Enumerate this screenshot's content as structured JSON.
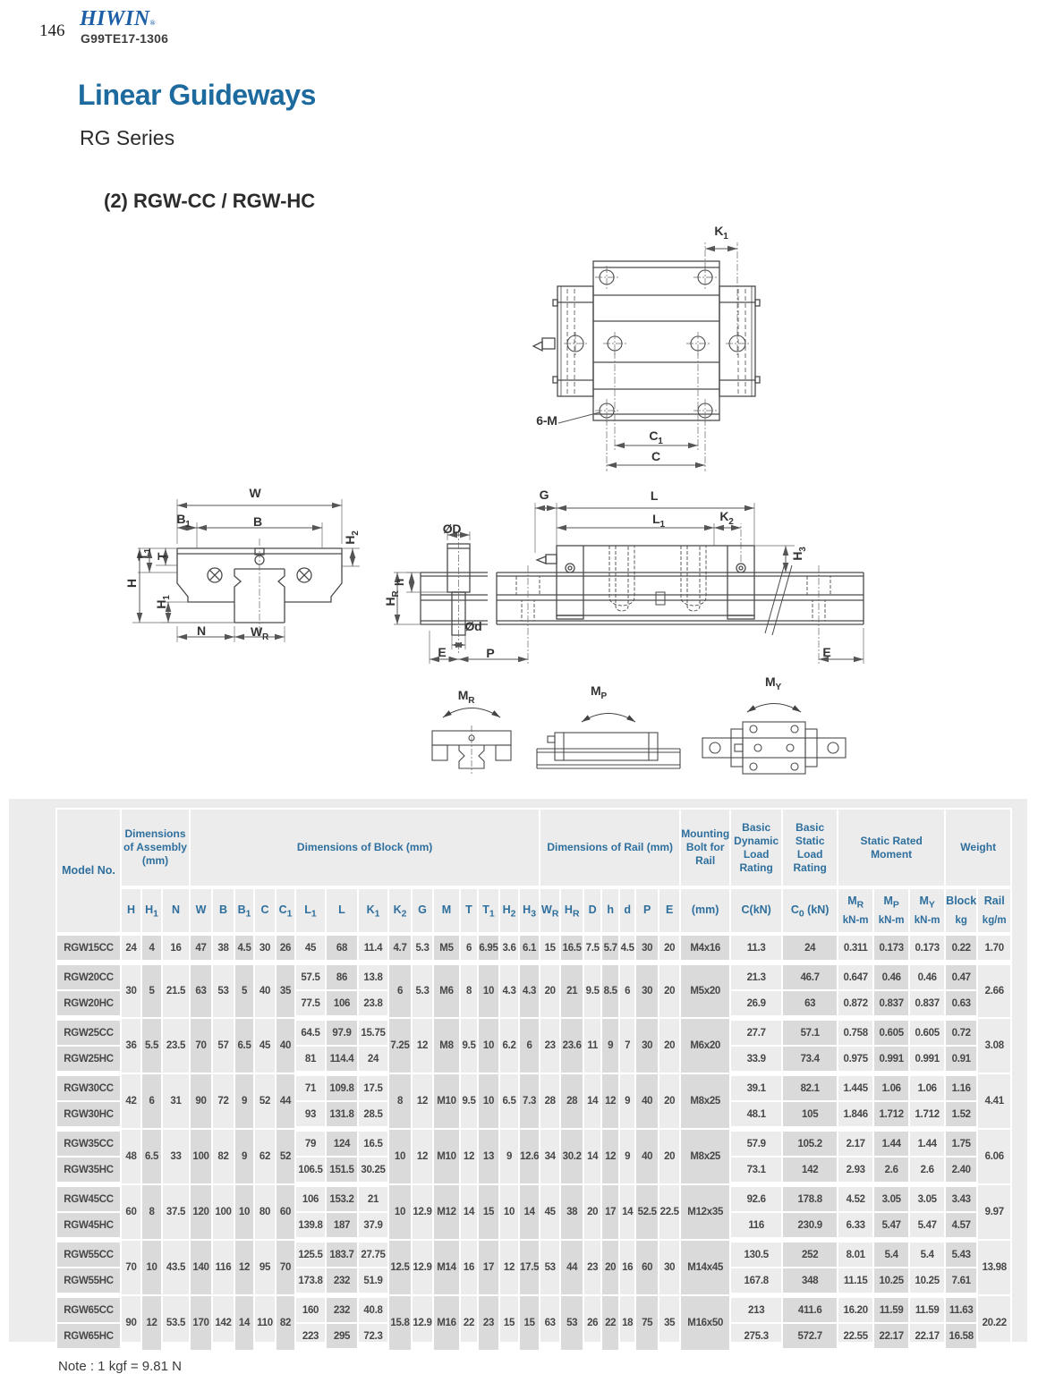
{
  "page": {
    "page_number": "146",
    "brand": "HIWIN",
    "reg_mark": "®",
    "doc_code": "G99TE17-1306",
    "title": "Linear Guideways",
    "subtitle": "RG Series",
    "section": "(2) RGW-CC / RGW-HC",
    "note": "Note : 1 kgf = 9.81 N"
  },
  "diagrams": {
    "top_view": {
      "k1": "K_1",
      "six_m": "6-M",
      "c1": "C_1",
      "c": "C"
    },
    "front_view": {
      "w": "W",
      "b1": "B_1",
      "b": "B",
      "h2": "H_2",
      "t1": "T_1",
      "t": "T",
      "h": "H",
      "h1": "H_1",
      "n": "N",
      "wr": "W_R"
    },
    "rail_section": {
      "od": "ØD",
      "h": "h",
      "hr": "H_R",
      "od2": "Ød",
      "e": "E",
      "p": "P"
    },
    "side_view": {
      "g": "G",
      "l": "L",
      "l1": "L_1",
      "k2": "K_2",
      "h3": "H_3",
      "e": "E"
    },
    "moments": {
      "mr": "M_R",
      "mp": "M_P",
      "my": "M_Y"
    }
  },
  "table": {
    "groups": [
      {
        "label": "Model No.",
        "rowspan": 2
      },
      {
        "label": "Dimensions of Assembly (mm)",
        "colspan": 3
      },
      {
        "label": "Dimensions of Block (mm)",
        "colspan": 15
      },
      {
        "label": "Dimensions of Rail (mm)",
        "colspan": 7
      },
      {
        "label": "Mounting Bolt for Rail",
        "colspan": 1
      },
      {
        "label": "Basic Dynamic Load Rating",
        "colspan": 1
      },
      {
        "label": "Basic Static Load Rating",
        "colspan": 1
      },
      {
        "label": "Static Rated Moment",
        "colspan": 3
      },
      {
        "label": "Weight",
        "colspan": 2
      }
    ],
    "subheaders": [
      {
        "t": "H"
      },
      {
        "t": "H_1"
      },
      {
        "t": "N"
      },
      {
        "t": "W"
      },
      {
        "t": "B"
      },
      {
        "t": "B_1"
      },
      {
        "t": "C"
      },
      {
        "t": "C_1"
      },
      {
        "t": "L_1"
      },
      {
        "t": "L"
      },
      {
        "t": "K_1"
      },
      {
        "t": "K_2"
      },
      {
        "t": "G"
      },
      {
        "t": "M"
      },
      {
        "t": "T"
      },
      {
        "t": "T_1"
      },
      {
        "t": "H_2"
      },
      {
        "t": "H_3"
      },
      {
        "t": "W_R"
      },
      {
        "t": "H_R"
      },
      {
        "t": "D"
      },
      {
        "t": "h"
      },
      {
        "t": "d"
      },
      {
        "t": "P"
      },
      {
        "t": "E"
      },
      {
        "t": "(mm)"
      },
      {
        "t": "C(kN)"
      },
      {
        "t": "C_0 (kN)"
      },
      {
        "t": "M_R",
        "u": "kN-m"
      },
      {
        "t": "M_P",
        "u": "kN-m"
      },
      {
        "t": "M_Y",
        "u": "kN-m"
      },
      {
        "t": "Block",
        "u": "kg"
      },
      {
        "t": "Rail",
        "u": "kg/m"
      }
    ],
    "rows": [
      {
        "end": true,
        "cells": [
          "RGW15CC",
          "24",
          "4",
          "16",
          "47",
          "38",
          "4.5",
          "30",
          "26",
          "45",
          "68",
          "11.4",
          "4.7",
          "5.3",
          "M5",
          "6",
          "6.95",
          "3.6",
          "6.1",
          "15",
          "16.5",
          "7.5",
          "5.7",
          "4.5",
          "30",
          "20",
          "M4x16",
          "11.3",
          "24",
          "0.311",
          "0.173",
          "0.173",
          "0.22",
          "1.70"
        ]
      },
      {
        "cells": [
          "RGW20CC",
          [
            "30",
            2
          ],
          [
            "5",
            2
          ],
          [
            "21.5",
            2
          ],
          [
            "63",
            2
          ],
          [
            "53",
            2
          ],
          [
            "5",
            2
          ],
          [
            "40",
            2
          ],
          [
            "35",
            2
          ],
          "57.5",
          "86",
          "13.8",
          [
            "6",
            2
          ],
          [
            "5.3",
            2
          ],
          [
            "M6",
            2
          ],
          [
            "8",
            2
          ],
          [
            "10",
            2
          ],
          [
            "4.3",
            2
          ],
          [
            "4.3",
            2
          ],
          [
            "20",
            2
          ],
          [
            "21",
            2
          ],
          [
            "9.5",
            2
          ],
          [
            "8.5",
            2
          ],
          [
            "6",
            2
          ],
          [
            "30",
            2
          ],
          [
            "20",
            2
          ],
          [
            "M5x20",
            2
          ],
          "21.3",
          "46.7",
          "0.647",
          "0.46",
          "0.46",
          "0.47",
          [
            "2.66",
            2
          ]
        ]
      },
      {
        "end": true,
        "cells": [
          "RGW20HC",
          "77.5",
          "106",
          "23.8",
          "26.9",
          "63",
          "0.872",
          "0.837",
          "0.837",
          "0.63"
        ]
      },
      {
        "cells": [
          "RGW25CC",
          [
            "36",
            2
          ],
          [
            "5.5",
            2
          ],
          [
            "23.5",
            2
          ],
          [
            "70",
            2
          ],
          [
            "57",
            2
          ],
          [
            "6.5",
            2
          ],
          [
            "45",
            2
          ],
          [
            "40",
            2
          ],
          "64.5",
          "97.9",
          "15.75",
          [
            "7.25",
            2
          ],
          [
            "12",
            2
          ],
          [
            "M8",
            2
          ],
          [
            "9.5",
            2
          ],
          [
            "10",
            2
          ],
          [
            "6.2",
            2
          ],
          [
            "6",
            2
          ],
          [
            "23",
            2
          ],
          [
            "23.6",
            2
          ],
          [
            "11",
            2
          ],
          [
            "9",
            2
          ],
          [
            "7",
            2
          ],
          [
            "30",
            2
          ],
          [
            "20",
            2
          ],
          [
            "M6x20",
            2
          ],
          "27.7",
          "57.1",
          "0.758",
          "0.605",
          "0.605",
          "0.72",
          [
            "3.08",
            2
          ]
        ]
      },
      {
        "end": true,
        "cells": [
          "RGW25HC",
          "81",
          "114.4",
          "24",
          "33.9",
          "73.4",
          "0.975",
          "0.991",
          "0.991",
          "0.91"
        ]
      },
      {
        "cells": [
          "RGW30CC",
          [
            "42",
            2
          ],
          [
            "6",
            2
          ],
          [
            "31",
            2
          ],
          [
            "90",
            2
          ],
          [
            "72",
            2
          ],
          [
            "9",
            2
          ],
          [
            "52",
            2
          ],
          [
            "44",
            2
          ],
          "71",
          "109.8",
          "17.5",
          [
            "8",
            2
          ],
          [
            "12",
            2
          ],
          [
            "M10",
            2
          ],
          [
            "9.5",
            2
          ],
          [
            "10",
            2
          ],
          [
            "6.5",
            2
          ],
          [
            "7.3",
            2
          ],
          [
            "28",
            2
          ],
          [
            "28",
            2
          ],
          [
            "14",
            2
          ],
          [
            "12",
            2
          ],
          [
            "9",
            2
          ],
          [
            "40",
            2
          ],
          [
            "20",
            2
          ],
          [
            "M8x25",
            2
          ],
          "39.1",
          "82.1",
          "1.445",
          "1.06",
          "1.06",
          "1.16",
          [
            "4.41",
            2
          ]
        ]
      },
      {
        "end": true,
        "cells": [
          "RGW30HC",
          "93",
          "131.8",
          "28.5",
          "48.1",
          "105",
          "1.846",
          "1.712",
          "1.712",
          "1.52"
        ]
      },
      {
        "cells": [
          "RGW35CC",
          [
            "48",
            2
          ],
          [
            "6.5",
            2
          ],
          [
            "33",
            2
          ],
          [
            "100",
            2
          ],
          [
            "82",
            2
          ],
          [
            "9",
            2
          ],
          [
            "62",
            2
          ],
          [
            "52",
            2
          ],
          "79",
          "124",
          "16.5",
          [
            "10",
            2
          ],
          [
            "12",
            2
          ],
          [
            "M10",
            2
          ],
          [
            "12",
            2
          ],
          [
            "13",
            2
          ],
          [
            "9",
            2
          ],
          [
            "12.6",
            2
          ],
          [
            "34",
            2
          ],
          [
            "30.2",
            2
          ],
          [
            "14",
            2
          ],
          [
            "12",
            2
          ],
          [
            "9",
            2
          ],
          [
            "40",
            2
          ],
          [
            "20",
            2
          ],
          [
            "M8x25",
            2
          ],
          "57.9",
          "105.2",
          "2.17",
          "1.44",
          "1.44",
          "1.75",
          [
            "6.06",
            2
          ]
        ]
      },
      {
        "end": true,
        "cells": [
          "RGW35HC",
          "106.5",
          "151.5",
          "30.25",
          "73.1",
          "142",
          "2.93",
          "2.6",
          "2.6",
          "2.40"
        ]
      },
      {
        "cells": [
          "RGW45CC",
          [
            "60",
            2
          ],
          [
            "8",
            2
          ],
          [
            "37.5",
            2
          ],
          [
            "120",
            2
          ],
          [
            "100",
            2
          ],
          [
            "10",
            2
          ],
          [
            "80",
            2
          ],
          [
            "60",
            2
          ],
          "106",
          "153.2",
          "21",
          [
            "10",
            2
          ],
          [
            "12.9",
            2
          ],
          [
            "M12",
            2
          ],
          [
            "14",
            2
          ],
          [
            "15",
            2
          ],
          [
            "10",
            2
          ],
          [
            "14",
            2
          ],
          [
            "45",
            2
          ],
          [
            "38",
            2
          ],
          [
            "20",
            2
          ],
          [
            "17",
            2
          ],
          [
            "14",
            2
          ],
          [
            "52.5",
            2
          ],
          [
            "22.5",
            2
          ],
          [
            "M12x35",
            2
          ],
          "92.6",
          "178.8",
          "4.52",
          "3.05",
          "3.05",
          "3.43",
          [
            "9.97",
            2
          ]
        ]
      },
      {
        "end": true,
        "cells": [
          "RGW45HC",
          "139.8",
          "187",
          "37.9",
          "116",
          "230.9",
          "6.33",
          "5.47",
          "5.47",
          "4.57"
        ]
      },
      {
        "cells": [
          "RGW55CC",
          [
            "70",
            2
          ],
          [
            "10",
            2
          ],
          [
            "43.5",
            2
          ],
          [
            "140",
            2
          ],
          [
            "116",
            2
          ],
          [
            "12",
            2
          ],
          [
            "95",
            2
          ],
          [
            "70",
            2
          ],
          "125.5",
          "183.7",
          "27.75",
          [
            "12.5",
            2
          ],
          [
            "12.9",
            2
          ],
          [
            "M14",
            2
          ],
          [
            "16",
            2
          ],
          [
            "17",
            2
          ],
          [
            "12",
            2
          ],
          [
            "17.5",
            2
          ],
          [
            "53",
            2
          ],
          [
            "44",
            2
          ],
          [
            "23",
            2
          ],
          [
            "20",
            2
          ],
          [
            "16",
            2
          ],
          [
            "60",
            2
          ],
          [
            "30",
            2
          ],
          [
            "M14x45",
            2
          ],
          "130.5",
          "252",
          "8.01",
          "5.4",
          "5.4",
          "5.43",
          [
            "13.98",
            2
          ]
        ]
      },
      {
        "end": true,
        "cells": [
          "RGW55HC",
          "173.8",
          "232",
          "51.9",
          "167.8",
          "348",
          "11.15",
          "10.25",
          "10.25",
          "7.61"
        ]
      },
      {
        "cells": [
          "RGW65CC",
          [
            "90",
            2
          ],
          [
            "12",
            2
          ],
          [
            "53.5",
            2
          ],
          [
            "170",
            2
          ],
          [
            "142",
            2
          ],
          [
            "14",
            2
          ],
          [
            "110",
            2
          ],
          [
            "82",
            2
          ],
          "160",
          "232",
          "40.8",
          [
            "15.8",
            2
          ],
          [
            "12.9",
            2
          ],
          [
            "M16",
            2
          ],
          [
            "22",
            2
          ],
          [
            "23",
            2
          ],
          [
            "15",
            2
          ],
          [
            "15",
            2
          ],
          [
            "63",
            2
          ],
          [
            "53",
            2
          ],
          [
            "26",
            2
          ],
          [
            "22",
            2
          ],
          [
            "18",
            2
          ],
          [
            "75",
            2
          ],
          [
            "35",
            2
          ],
          [
            "M16x50",
            2
          ],
          "213",
          "411.6",
          "16.20",
          "11.59",
          "11.59",
          "11.63",
          [
            "20.22",
            2
          ]
        ]
      },
      {
        "end": true,
        "cells": [
          "RGW65HC",
          "223",
          "295",
          "72.3",
          "275.3",
          "572.7",
          "22.55",
          "22.17",
          "22.17",
          "16.58"
        ]
      }
    ]
  }
}
